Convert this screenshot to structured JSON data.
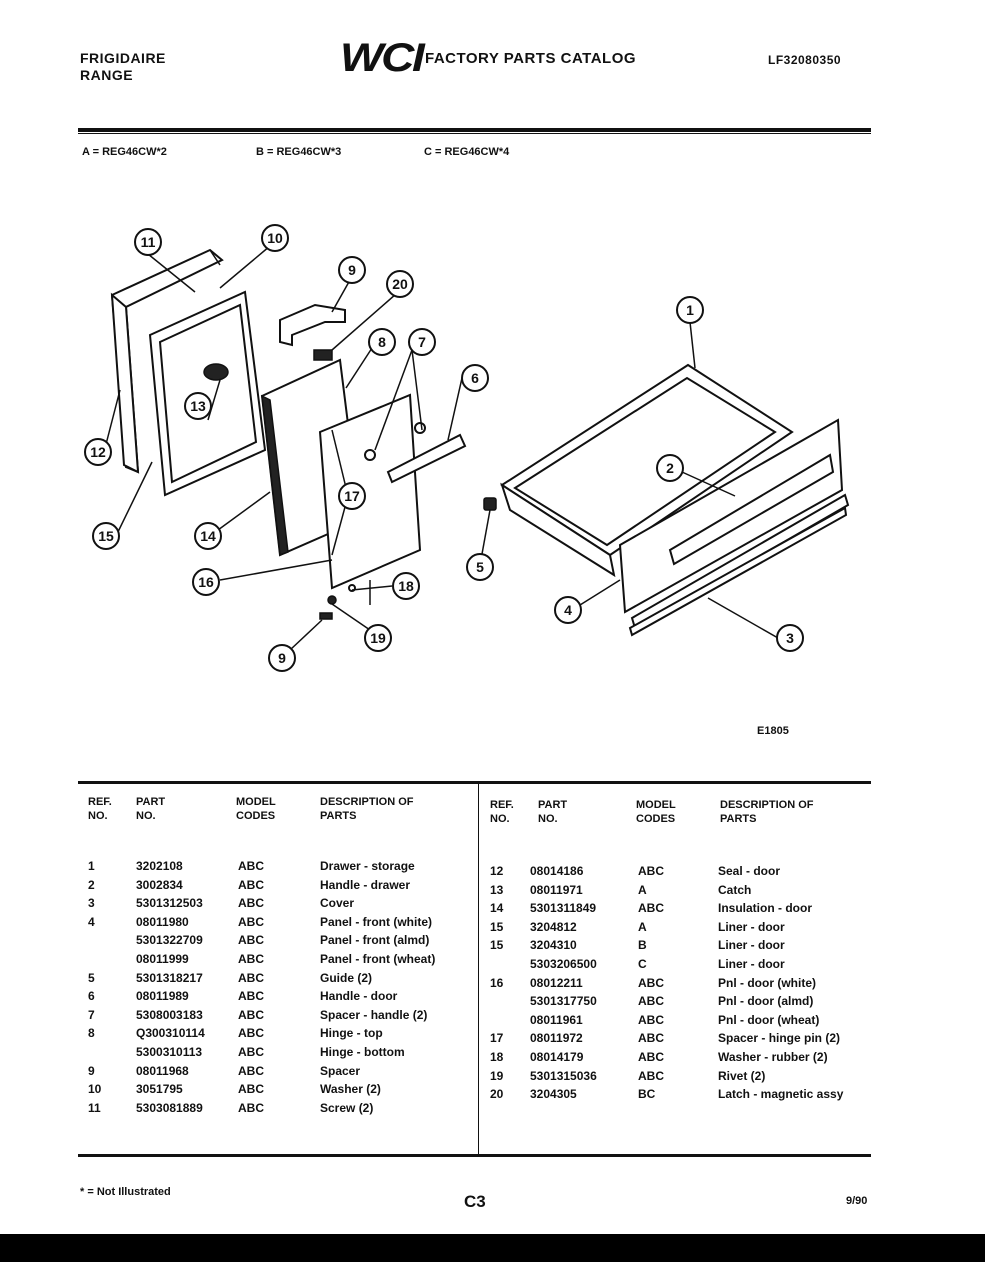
{
  "header": {
    "brand": "FRIGIDAIRE",
    "product": "RANGE",
    "logo": "WCI",
    "catalog_title": "FACTORY PARTS CATALOG",
    "catalog_number": "LF32080350"
  },
  "models": [
    {
      "label": "A = REG46CW*2"
    },
    {
      "label": "B = REG46CW*3"
    },
    {
      "label": "C = REG46CW*4"
    }
  ],
  "diagram": {
    "figure_code": "E1805",
    "callouts": [
      "1",
      "2",
      "3",
      "4",
      "5",
      "6",
      "7",
      "8",
      "9",
      "9",
      "10",
      "11",
      "12",
      "13",
      "14",
      "15",
      "16",
      "17",
      "18",
      "19",
      "20"
    ]
  },
  "table": {
    "headers": {
      "ref": "REF. NO.",
      "part": "PART NO.",
      "model": "MODEL CODES",
      "desc": "DESCRIPTION OF PARTS"
    },
    "left_rows": [
      {
        "ref": "1",
        "part": "3202108",
        "model": "ABC",
        "desc": "Drawer - storage"
      },
      {
        "ref": "2",
        "part": "3002834",
        "model": "ABC",
        "desc": "Handle - drawer"
      },
      {
        "ref": "3",
        "part": "5301312503",
        "model": "ABC",
        "desc": "Cover"
      },
      {
        "ref": "4",
        "part": "08011980",
        "model": "ABC",
        "desc": "Panel - front (white)"
      },
      {
        "ref": "",
        "part": "5301322709",
        "model": "ABC",
        "desc": "Panel - front (almd)"
      },
      {
        "ref": "",
        "part": "08011999",
        "model": "ABC",
        "desc": "Panel - front (wheat)"
      },
      {
        "ref": "5",
        "part": "5301318217",
        "model": "ABC",
        "desc": "Guide (2)"
      },
      {
        "ref": "6",
        "part": "08011989",
        "model": "ABC",
        "desc": "Handle - door"
      },
      {
        "ref": "7",
        "part": "5308003183",
        "model": "ABC",
        "desc": "Spacer - handle (2)"
      },
      {
        "ref": "8",
        "part": "Q300310114",
        "model": "ABC",
        "desc": "Hinge - top"
      },
      {
        "ref": "",
        "part": "5300310113",
        "model": "ABC",
        "desc": "Hinge - bottom"
      },
      {
        "ref": "9",
        "part": "08011968",
        "model": "ABC",
        "desc": "Spacer"
      },
      {
        "ref": "10",
        "part": "3051795",
        "model": "ABC",
        "desc": "Washer (2)"
      },
      {
        "ref": "11",
        "part": "5303081889",
        "model": "ABC",
        "desc": "Screw (2)"
      }
    ],
    "right_rows": [
      {
        "ref": "12",
        "part": "08014186",
        "model": "ABC",
        "desc": "Seal - door"
      },
      {
        "ref": "13",
        "part": "08011971",
        "model": "A",
        "desc": "Catch"
      },
      {
        "ref": "14",
        "part": "5301311849",
        "model": "ABC",
        "desc": "Insulation - door"
      },
      {
        "ref": "15",
        "part": "3204812",
        "model": "A",
        "desc": "Liner - door"
      },
      {
        "ref": "15",
        "part": "3204310",
        "model": "B",
        "desc": "Liner - door"
      },
      {
        "ref": "",
        "part": "5303206500",
        "model": "C",
        "desc": "Liner - door"
      },
      {
        "ref": "16",
        "part": "08012211",
        "model": "ABC",
        "desc": "Pnl - door (white)"
      },
      {
        "ref": "",
        "part": "5301317750",
        "model": "ABC",
        "desc": "Pnl - door (almd)"
      },
      {
        "ref": "",
        "part": "08011961",
        "model": "ABC",
        "desc": "Pnl - door (wheat)"
      },
      {
        "ref": "17",
        "part": "08011972",
        "model": "ABC",
        "desc": "Spacer - hinge pin (2)"
      },
      {
        "ref": "18",
        "part": "08014179",
        "model": "ABC",
        "desc": "Washer - rubber (2)"
      },
      {
        "ref": "19",
        "part": "5301315036",
        "model": "ABC",
        "desc": "Rivet (2)"
      },
      {
        "ref": "20",
        "part": "3204305",
        "model": "BC",
        "desc": "Latch - magnetic assy"
      }
    ]
  },
  "footer": {
    "note": "* = Not Illustrated",
    "page": "C3",
    "date": "9/90"
  }
}
